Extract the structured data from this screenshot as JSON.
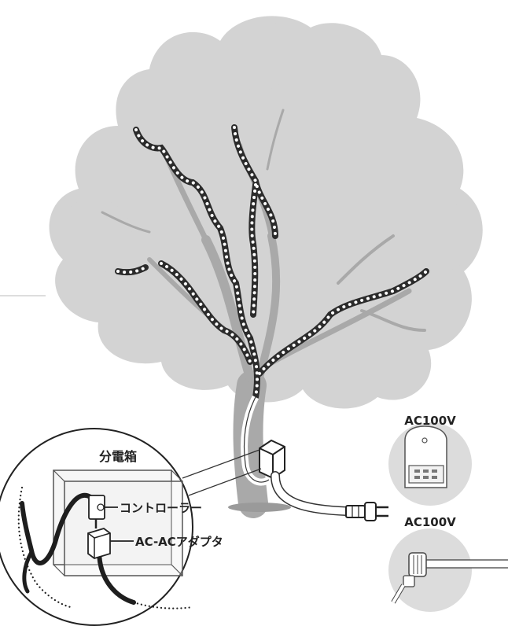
{
  "labels": {
    "distribution_box": "分電箱",
    "controller": "コントローラー",
    "adapter": "AC-ACアダプタ",
    "outlet_wall": "AC100V",
    "outlet_plug": "AC100V"
  },
  "colors": {
    "foliage": "#d3d3d3",
    "trunk": "#a9a9a9",
    "cable": "#2b2b2b",
    "led": "#ffffff",
    "line": "#333333"
  }
}
